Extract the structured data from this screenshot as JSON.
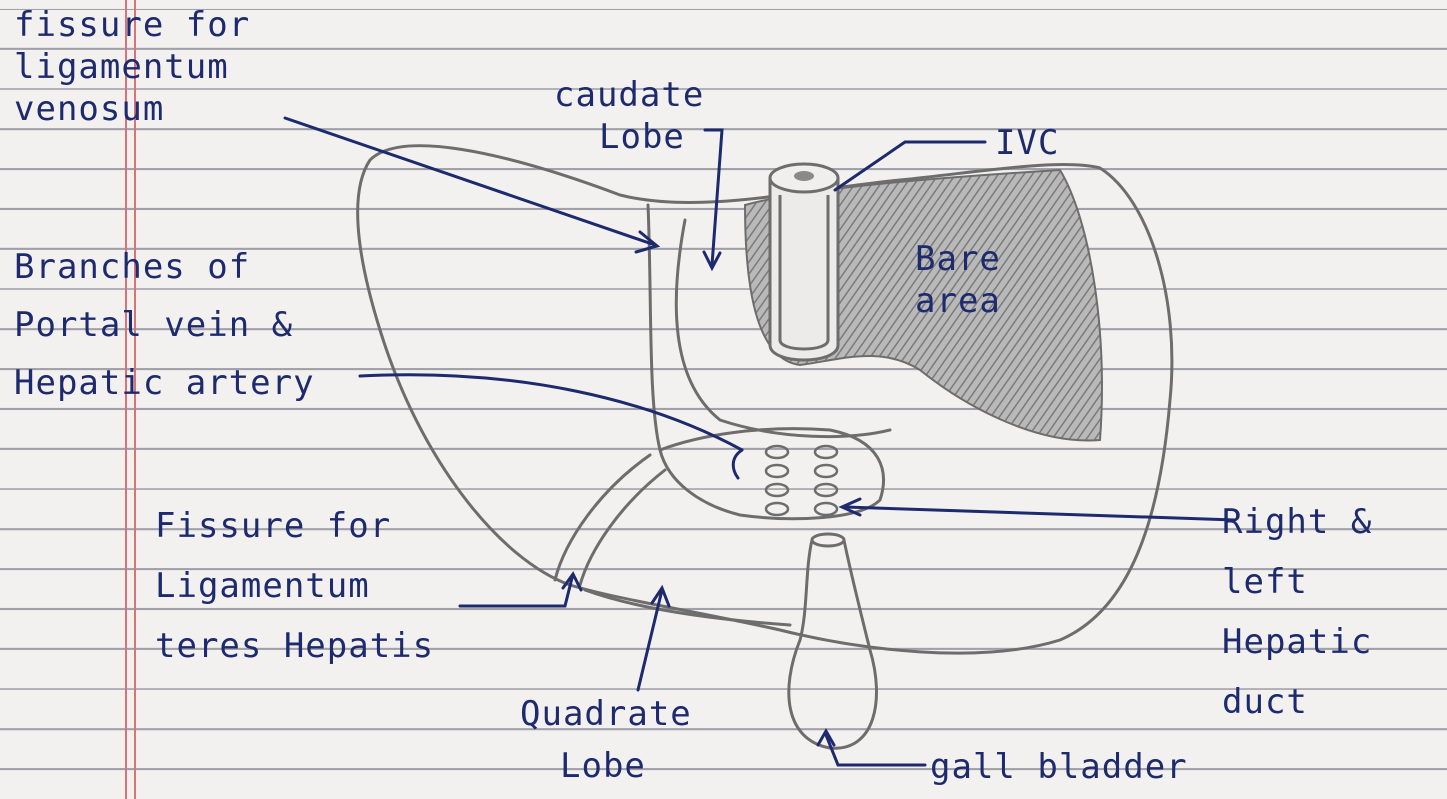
{
  "diagram": {
    "labels": {
      "fissure_venosum": [
        "fissure for",
        "ligamentum",
        "venosum"
      ],
      "caudate_lobe": [
        "caudate",
        "Lobe"
      ],
      "ivc": "IVC",
      "bare_area": [
        "Bare",
        "area"
      ],
      "portal_branches": [
        "Branches of",
        "Portal vein &",
        "Hepatic artery"
      ],
      "fissure_teres": [
        "Fissure for",
        "Ligamentum",
        "teres Hepatis"
      ],
      "quadrate_lobe": [
        "Quadrate",
        "Lobe"
      ],
      "hepatic_duct": [
        "Right &",
        "left",
        "Hepatic",
        "duct"
      ],
      "gallbladder": "gall bladder"
    },
    "colors": {
      "ink": "#1e2a6e",
      "pencil": "#6d6d6d",
      "shading": "#8a8a8a",
      "ruled_line": "#9fa0a8",
      "margin_line": "#d9737a",
      "paper": "#f3f1f0"
    }
  }
}
